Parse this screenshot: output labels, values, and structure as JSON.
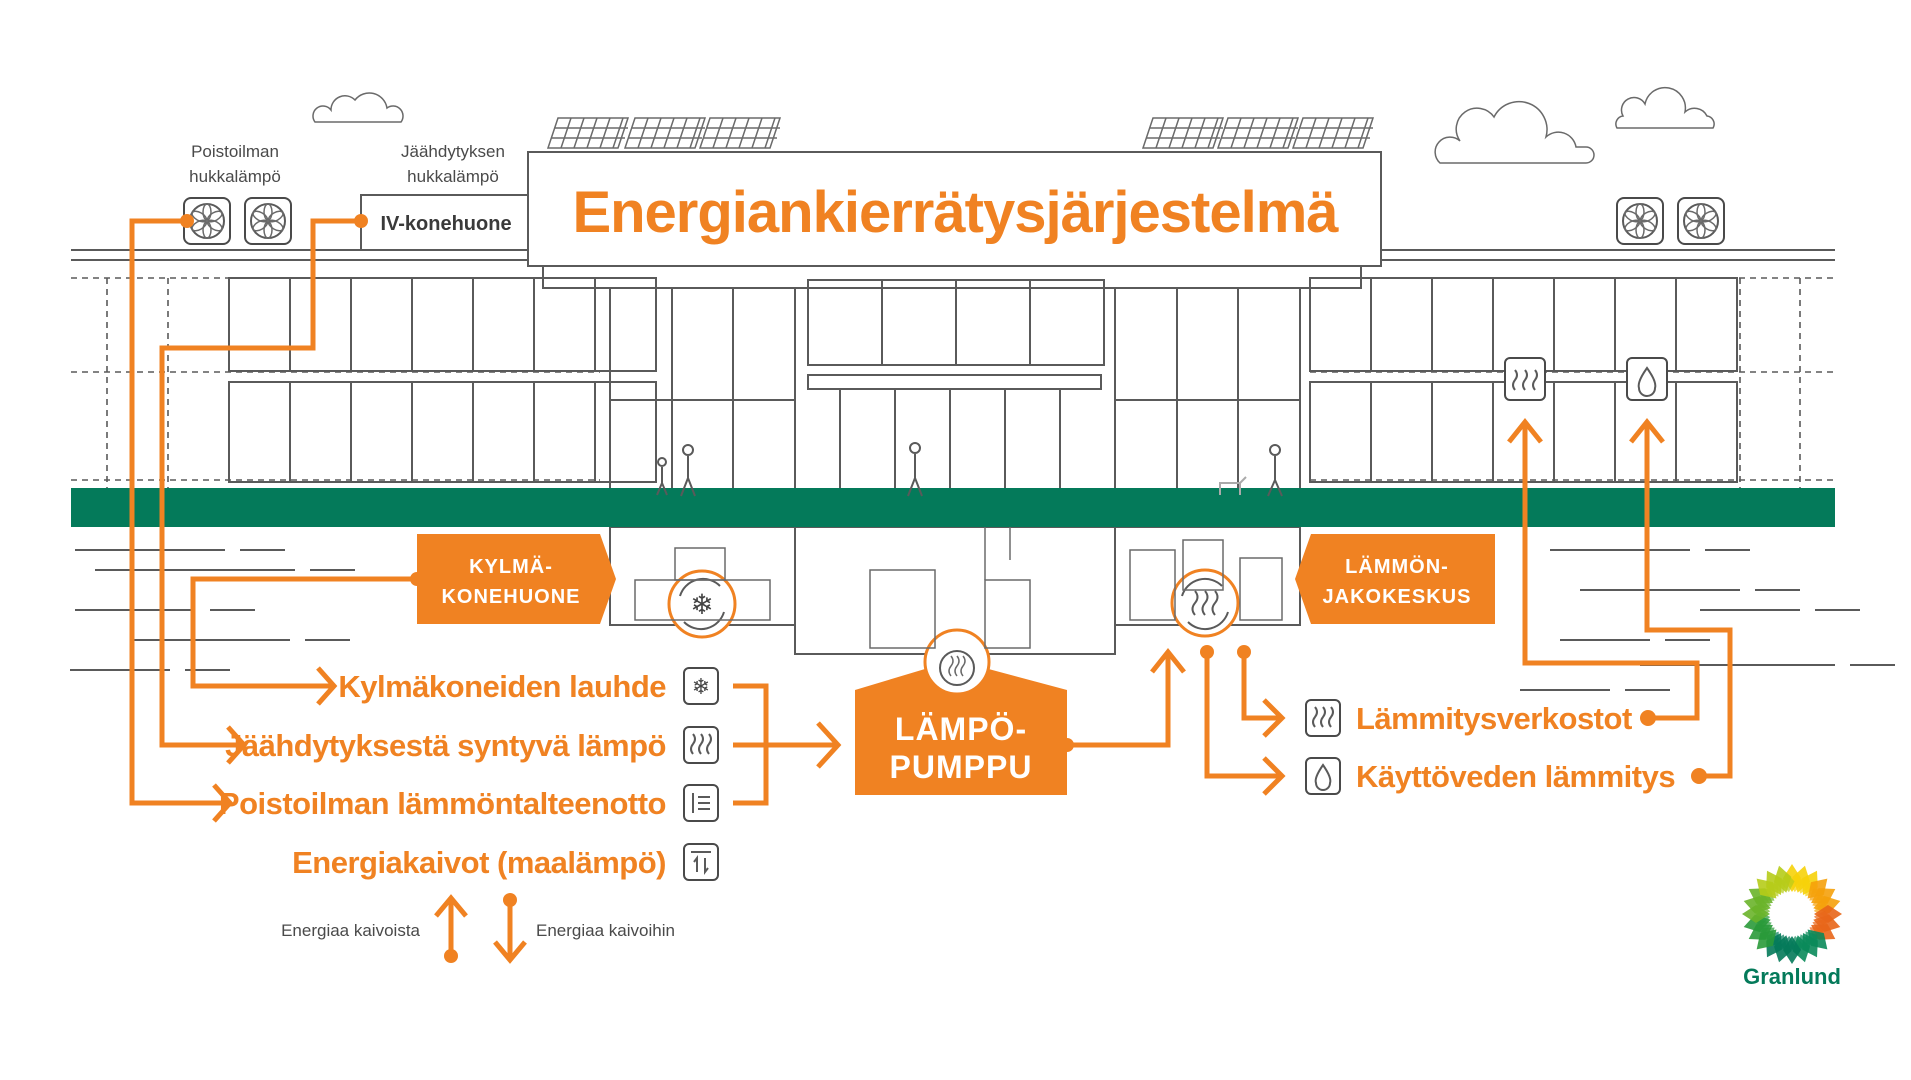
{
  "title": "Energiankierrätysjärjestelmä",
  "colors": {
    "accent": "#f08222",
    "green": "#047a5a",
    "line": "#5a5a5a"
  },
  "top_labels": {
    "exhaust_heat": [
      "Poistoilman",
      "hukkalämpö"
    ],
    "cooling_heat": [
      "Jäähdytyksen",
      "hukkalämpö"
    ],
    "iv_room": "IV-konehuone"
  },
  "rooms": {
    "cooling_room": [
      "KYLMÄ-",
      "KONEHUONE"
    ],
    "heat_pump": [
      "LÄMPÖ-",
      "PUMPPU"
    ],
    "heat_distribution": [
      "LÄMMÖN-",
      "JAKOKESKUS"
    ]
  },
  "sources": [
    {
      "label": "Kylmäkoneiden lauhde",
      "icon": "snowflake-icon"
    },
    {
      "label": "Jäähdytyksestä syntyvä lämpö",
      "icon": "heat-waves-icon"
    },
    {
      "label": "Poistoilman lämmöntalteenotto",
      "icon": "heat-recovery-icon"
    },
    {
      "label": "Energiakaivot (maalämpö)",
      "icon": "ground-wells-icon"
    }
  ],
  "wells": {
    "from": "Energiaa kaivoista",
    "to": "Energiaa kaivoihin"
  },
  "outputs": [
    {
      "label": "Lämmitysverkostot",
      "icon": "heat-waves-icon"
    },
    {
      "label": "Käyttöveden lämmitys",
      "icon": "water-drop-icon"
    }
  ],
  "logo": {
    "text": "Granlund"
  }
}
